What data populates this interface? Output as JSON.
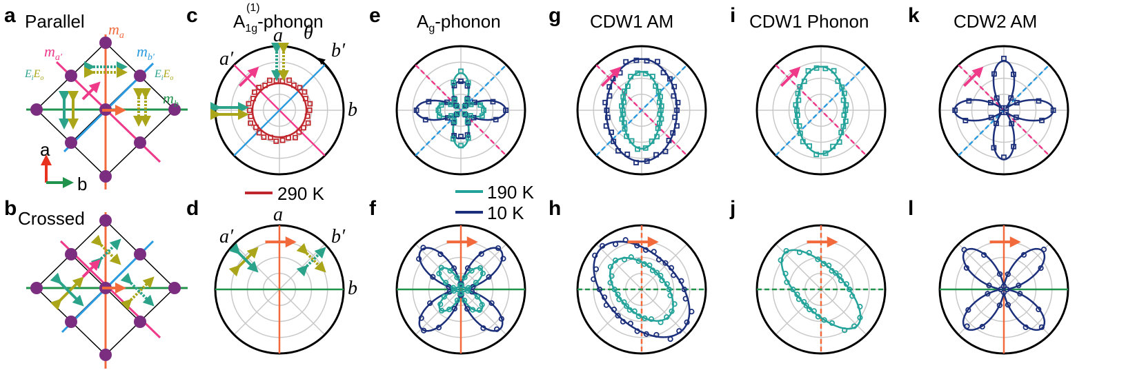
{
  "letters": {
    "a": "a",
    "b": "b",
    "c": "c",
    "d": "d",
    "e": "e",
    "f": "f",
    "g": "g",
    "h": "h",
    "i": "i",
    "j": "j",
    "k": "k",
    "l": "l"
  },
  "titles": {
    "a": "Parallel",
    "b": "Crossed",
    "c_main": "A",
    "c_sup": "(1)",
    "c_sub": "1g",
    "c_rest": "-phonon",
    "e_main": "A",
    "e_sub": "g",
    "e_rest": "-phonon",
    "g": "CDW1 AM",
    "i": "CDW1 Phonon",
    "k": "CDW2 AM"
  },
  "mirror_labels": {
    "m": "m",
    "a": "a",
    "a_prime": "a′",
    "b": "b",
    "b_prime": "b′"
  },
  "field_labels": {
    "E": "E",
    "i": "i",
    "o": "o"
  },
  "axes_labels": {
    "a": "a",
    "b": "b",
    "a_prime": "a′",
    "b_prime": "b′",
    "theta": "θ"
  },
  "legend": [
    {
      "label": "290 K",
      "color": "#c0272d"
    },
    {
      "label": "190 K",
      "color": "#24a39a"
    },
    {
      "label": "10 K",
      "color": "#1b2f7a"
    }
  ],
  "colors": {
    "atom": "#7b2d7f",
    "ma": "#f26a3c",
    "ma_prime": "#ef3a8a",
    "mb_prime": "#2a9be0",
    "mb": "#21924b",
    "olive": "#aaa519",
    "teal": "#2ba38b",
    "grid": "#c8c8c8",
    "red": "#c0272d",
    "c190": "#24a39a",
    "c10": "#1b2f7a",
    "c290": "#c0272d"
  },
  "chart_data": [
    {
      "panel": "c",
      "type": "polar",
      "series": [
        {
          "name": "290 K",
          "shape": "isotropic circle",
          "amplitude": 0.42
        }
      ]
    },
    {
      "panel": "d",
      "type": "polar",
      "series": []
    },
    {
      "panel": "e",
      "type": "polar",
      "series": [
        {
          "name": "190 K",
          "shape": "four-lobe cos^2(2θ)",
          "long_axis_deg": 90
        },
        {
          "name": "10 K",
          "shape": "four-lobe cos^2(2θ)",
          "long_axis_deg": 0
        }
      ]
    },
    {
      "panel": "f",
      "type": "polar",
      "series": [
        {
          "name": "190 K",
          "shape": "four-lobe sin^2(2θ)"
        },
        {
          "name": "10 K",
          "shape": "four-lobe sin^2(2θ)"
        }
      ]
    },
    {
      "panel": "g",
      "type": "polar",
      "series": [
        {
          "name": "190 K",
          "shape": "ellipse",
          "long_axis_deg": 90
        },
        {
          "name": "10 K",
          "shape": "ellipse",
          "long_axis_deg": 90
        }
      ]
    },
    {
      "panel": "h",
      "type": "polar",
      "series": [
        {
          "name": "190 K",
          "shape": "tilted ellipse",
          "tilt_deg": -45
        },
        {
          "name": "10 K",
          "shape": "tilted ellipse",
          "tilt_deg": -45
        }
      ]
    },
    {
      "panel": "i",
      "type": "polar",
      "series": [
        {
          "name": "190 K",
          "shape": "ellipse",
          "long_axis_deg": 90
        }
      ]
    },
    {
      "panel": "j",
      "type": "polar",
      "series": [
        {
          "name": "190 K",
          "shape": "tilted ellipse",
          "tilt_deg": -45
        }
      ]
    },
    {
      "panel": "k",
      "type": "polar",
      "series": [
        {
          "name": "10 K",
          "shape": "four-lobe cos^2(2θ)"
        }
      ]
    },
    {
      "panel": "l",
      "type": "polar",
      "series": [
        {
          "name": "10 K",
          "shape": "four-lobe sin^2(2θ)"
        }
      ]
    }
  ]
}
